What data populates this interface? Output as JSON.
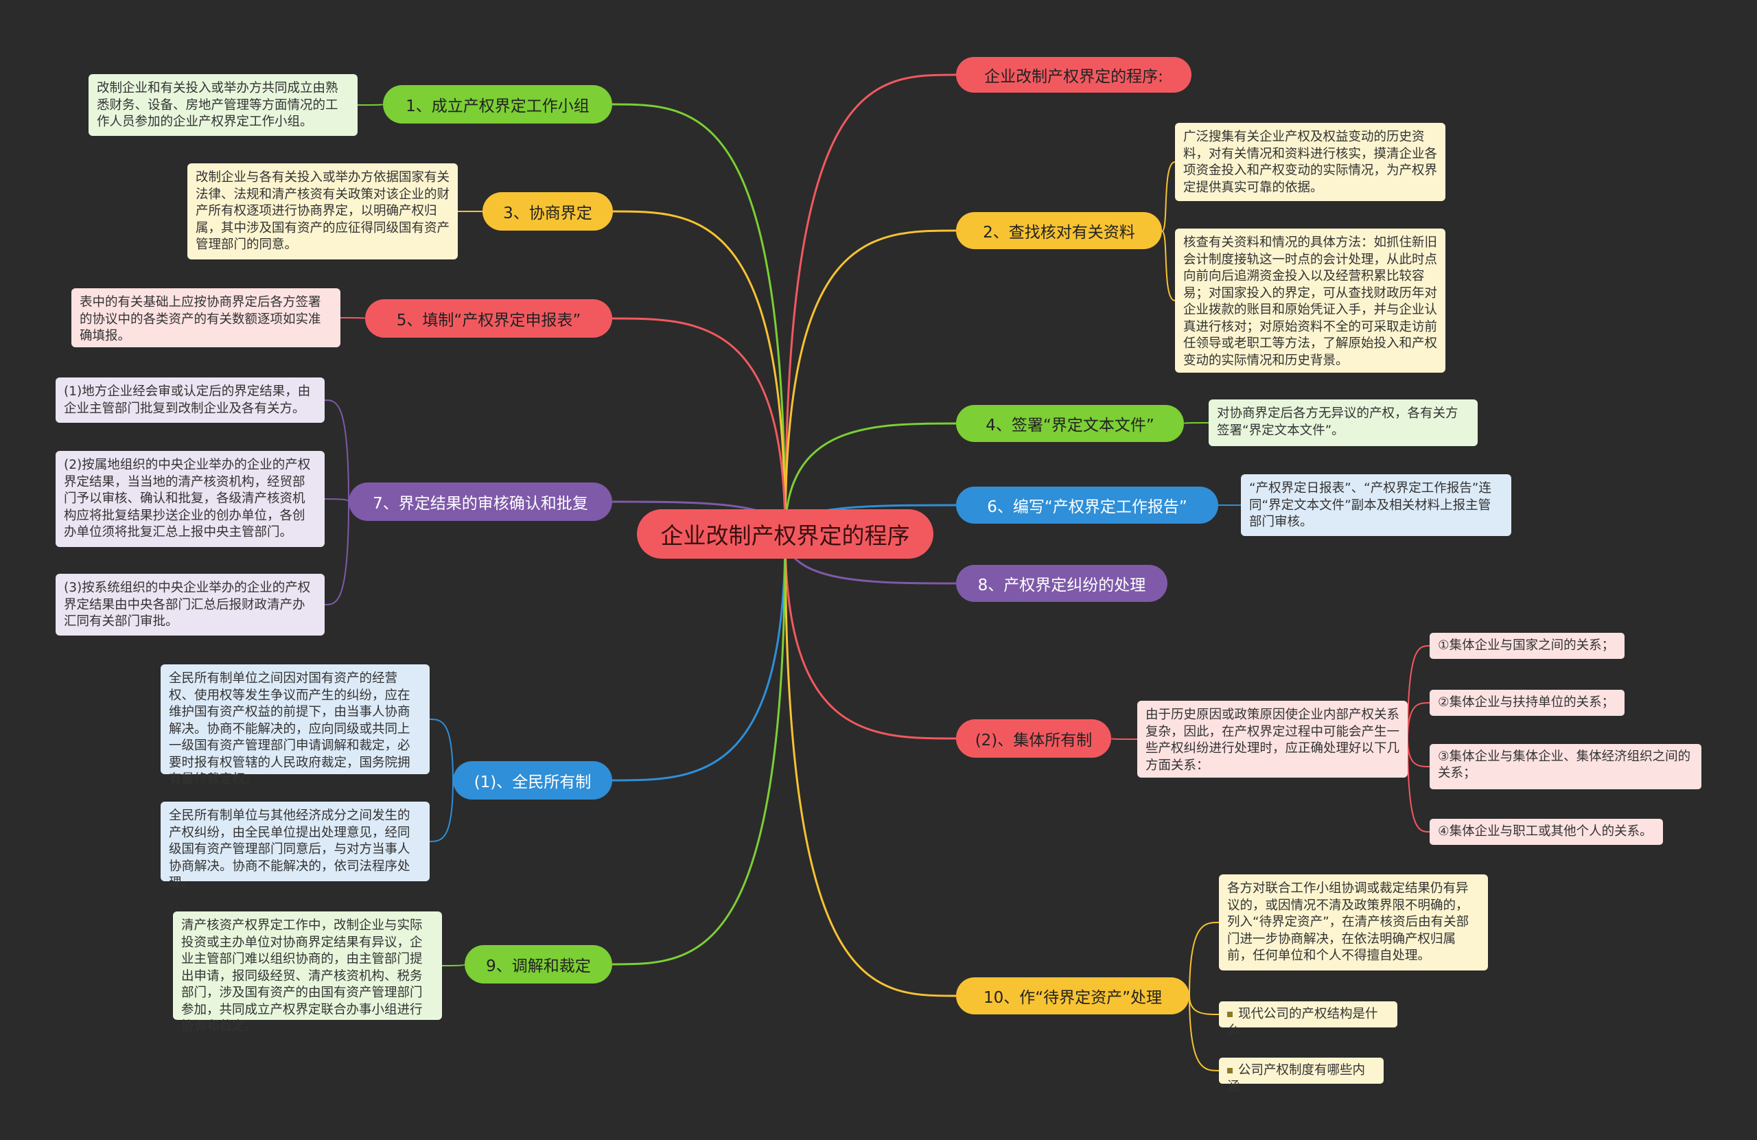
{
  "root": "企业改制产权界定的程序",
  "branches": [
    {
      "id": "b_intro",
      "label": "企业改制产权界定的程序:",
      "color": "#f2595f",
      "children": []
    },
    {
      "id": "b1",
      "label": "1、成立产权界定工作小组",
      "color": "#7ccf34",
      "children": [
        {
          "text": "改制企业和有关投入或举办方共同成立由熟悉财务、设备、房地产管理等方面情况的工作人员参加的企业产权界定工作小组。"
        }
      ]
    },
    {
      "id": "b2",
      "label": "2、查找核对有关资料",
      "color": "#f7c332",
      "children": [
        {
          "text": "广泛搜集有关企业产权及权益变动的历史资料，对有关情况和资料进行核实，摸清企业各项资金投入和产权变动的实际情况，为产权界定提供真实可靠的依据。"
        },
        {
          "text": "核查有关资料和情况的具体方法：如抓住新旧会计制度接轨这一时点的会计处理，从此时点向前向后追溯资金投入以及经营积累比较容易；对国家投入的界定，可从查找财政历年对企业拨款的账目和原始凭证入手，并与企业认真进行核对；对原始资料不全的可采取走访前任领导或老职工等方法，了解原始投入和产权变动的实际情况和历史背景。"
        }
      ]
    },
    {
      "id": "b3",
      "label": "3、协商界定",
      "color": "#f7c332",
      "children": [
        {
          "text": "改制企业与各有关投入或举办方依据国家有关法律、法规和清产核资有关政策对该企业的财产所有权逐项进行协商界定，以明确产权归属，其中涉及国有资产的应征得同级国有资产管理部门的同意。"
        }
      ]
    },
    {
      "id": "b4",
      "label": "4、签署“界定文本文件”",
      "color": "#7ccf34",
      "children": [
        {
          "text": "对协商界定后各方无异议的产权，各有关方签署“界定文本文件”。"
        }
      ]
    },
    {
      "id": "b5",
      "label": "5、填制“产权界定申报表”",
      "color": "#f2595f",
      "children": [
        {
          "text": "表中的有关基础上应按协商界定后各方签署的协议中的各类资产的有关数额逐项如实准确填报。"
        }
      ]
    },
    {
      "id": "b6",
      "label": "6、编写“产权界定工作报告”",
      "color": "#2f8fd8",
      "children": [
        {
          "text": "“产权界定日报表”、“产权界定工作报告”连同“界定文本文件”副本及相关材料上报主管部门审核。"
        }
      ]
    },
    {
      "id": "b7",
      "label": "7、界定结果的审核确认和批复",
      "color": "#7e5aa8",
      "children": [
        {
          "text": "(1)地方企业经会审或认定后的界定结果，由企业主管部门批复到改制企业及各有关方。"
        },
        {
          "text": "(2)按属地组织的中央企业举办的企业的产权界定结果，当当地的清产核资机构，经贸部门予以审核、确认和批复，各级清产核资机构应将批复结果抄送企业的创办单位，各创办单位须将批复汇总上报中央主管部门。"
        },
        {
          "text": "(3)按系统组织的中央企业举办的企业的产权界定结果由中央各部门汇总后报财政清产办汇同有关部门审批。"
        }
      ]
    },
    {
      "id": "b8",
      "label": "8、产权界定纠纷的处理",
      "color": "#7e5aa8",
      "children": []
    },
    {
      "id": "b_pub",
      "label": "(1)、全民所有制",
      "color": "#2f8fd8",
      "children": [
        {
          "text": "全民所有制单位之间因对国有资产的经营权、使用权等发生争议而产生的纠纷，应在维护国有资产权益的前提下，由当事人协商解决。协商不能解决的，应向同级或共同上一级国有资产管理部门申请调解和裁定，必要时报有权管辖的人民政府裁定，国务院拥有最终裁定权。"
        },
        {
          "text": "全民所有制单位与其他经济成分之间发生的产权纠纷，由全民单位提出处理意见，经同级国有资产管理部门同意后，与对方当事人协商解决。协商不能解决的，依司法程序处理。"
        }
      ]
    },
    {
      "id": "b_col",
      "label": "(2)、集体所有制",
      "color": "#f2595f",
      "children": [
        {
          "text": "由于历史原因或政策原因使企业内部产权关系复杂，因此，在产权界定过程中可能会产生一些产权纠纷进行处理时，应正确处理好以下几方面关系：",
          "items": [
            "①集体企业与国家之间的关系；",
            "②集体企业与扶持单位的关系；",
            "③集体企业与集体企业、集体经济组织之间的关系；",
            "④集体企业与职工或其他个人的关系。"
          ]
        }
      ]
    },
    {
      "id": "b9",
      "label": "9、调解和裁定",
      "color": "#7ccf34",
      "children": [
        {
          "text": "清产核资产权界定工作中，改制企业与实际投资或主办单位对协商界定结果有异议，企业主管部门难以组织协商的，由主管部门提出申请，报同级经贸、清产核资机构、税务部门，涉及国有资产的由国有资产管理部门参加，共同成立产权界定联合办事小组进行协调和裁定。"
        }
      ]
    },
    {
      "id": "b10",
      "label": "10、作“待界定资产”处理",
      "color": "#f7c332",
      "children": [
        {
          "text": "各方对联合工作小组协调或裁定结果仍有异议的，或因情况不清及政策界限不明确的，列入“待界定资产”，在清产核资后由有关部门进一步协商解决，在依法明确产权归属前，任何单位和个人不得擅自处理。"
        },
        {
          "text": "现代公司的产权结构是什么",
          "bullet": true
        },
        {
          "text": "公司产权制度有哪些内涵",
          "bullet": true
        }
      ]
    }
  ]
}
